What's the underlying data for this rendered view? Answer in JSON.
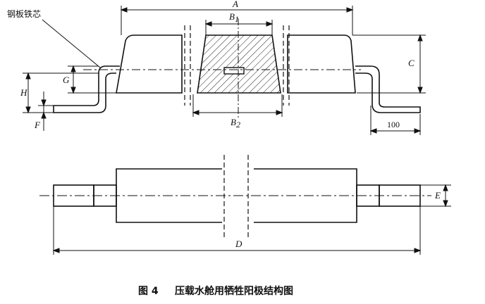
{
  "labels": {
    "A": "A",
    "B1": "B",
    "B1_sub": "1",
    "B2": "B",
    "B2_sub": "2",
    "C": "C",
    "D": "D",
    "E": "E",
    "F": "F",
    "G": "G",
    "H": "H",
    "dim100": "100",
    "steel_core": "钢板铁芯"
  },
  "caption": {
    "fig_no": "图 4",
    "title": "压载水舱用牺牲阳极结构图"
  }
}
